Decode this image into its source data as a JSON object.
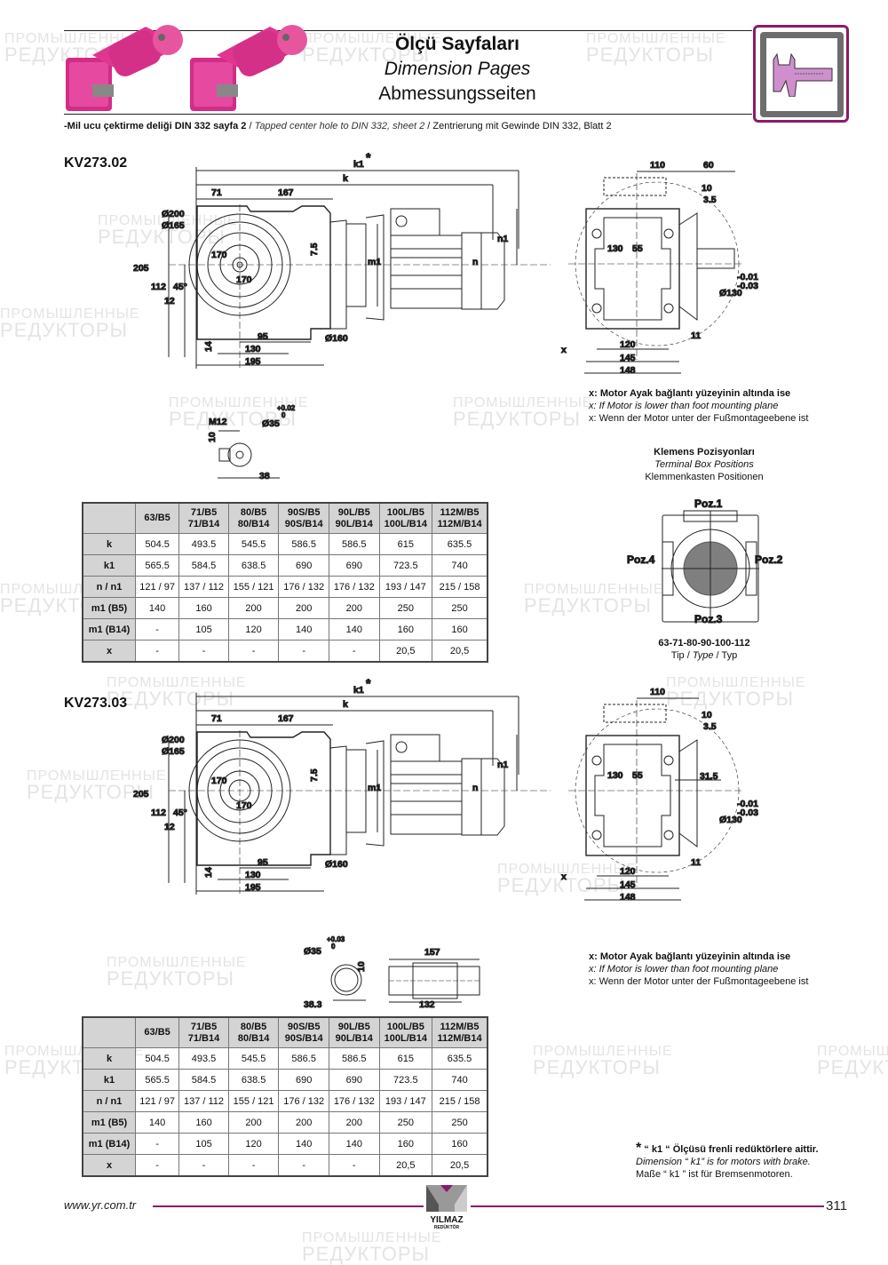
{
  "header": {
    "title_tr": "Ölçü Sayfaları",
    "title_en": "Dimension Pages",
    "title_de": "Abmessungsseiten",
    "subtitle_tr": "-Mil ucu çektirme deliği DIN 332 sayfa 2",
    "subtitle_en": "Tapped center hole to DIN 332, sheet 2",
    "subtitle_de": "Zentrierung mit Gewinde DIN 332, Blatt 2",
    "separator": "/",
    "icon": "caliper-icon",
    "accent_color": "#8b1a6b",
    "product_color": "#e0368f"
  },
  "watermark": {
    "line1": "ПРОМЫШЛЕННЫЕ",
    "line2": "РЕДУКТОРЫ"
  },
  "sections": [
    {
      "model": "KV273.02",
      "drawing_labels": {
        "k1": "k1",
        "star": "*",
        "k": "k",
        "d71": "71",
        "d167": "167",
        "o200": "Ø200",
        "o165": "Ø165",
        "d205": "205",
        "d112": "112",
        "a45": "45°",
        "d12": "12",
        "d170a": "170",
        "d170b": "170",
        "d75": "7.5",
        "m1": "m1",
        "n": "n",
        "n1": "n1",
        "d14": "14",
        "d95": "95",
        "d130": "130",
        "d195": "195",
        "o160": "Ø160",
        "side_110": "110",
        "side_60": "60",
        "side_10": "10",
        "side_35": "3.5",
        "side_130": "130",
        "side_55": "55",
        "tol1": "-0.01",
        "tol2": "-0.03",
        "o130": "Ø130",
        "side_11": "11",
        "side_x": "x",
        "side_120": "120",
        "side_145": "145",
        "side_148": "148"
      },
      "shaft": {
        "m12": "M12",
        "d10": "10",
        "o35": "Ø35",
        "tol_up": "+0.02",
        "tol_low": "0",
        "d38": "38"
      },
      "table": {
        "columns": [
          [
            "63/B5",
            ""
          ],
          [
            "71/B5",
            "71/B14"
          ],
          [
            "80/B5",
            "80/B14"
          ],
          [
            "90S/B5",
            "90S/B14"
          ],
          [
            "90L/B5",
            "90L/B14"
          ],
          [
            "100L/B5",
            "100L/B14"
          ],
          [
            "112M/B5",
            "112M/B14"
          ]
        ],
        "rows": [
          {
            "label": "k",
            "values": [
              "504.5",
              "493.5",
              "545.5",
              "586.5",
              "586.5",
              "615",
              "635.5"
            ]
          },
          {
            "label": "k1",
            "values": [
              "565.5",
              "584.5",
              "638.5",
              "690",
              "690",
              "723.5",
              "740"
            ]
          },
          {
            "label": "n / n1",
            "values": [
              "121 / 97",
              "137 / 112",
              "155 / 121",
              "176 / 132",
              "176 / 132",
              "193 / 147",
              "215 / 158"
            ]
          },
          {
            "label": "m1 (B5)",
            "values": [
              "140",
              "160",
              "200",
              "200",
              "200",
              "250",
              "250"
            ]
          },
          {
            "label": "m1 (B14)",
            "values": [
              "-",
              "105",
              "120",
              "140",
              "140",
              "160",
              "160"
            ]
          },
          {
            "label": "x",
            "values": [
              "-",
              "-",
              "-",
              "-",
              "-",
              "20,5",
              "20,5"
            ]
          }
        ]
      },
      "note": {
        "tr": "x: Motor Ayak bağlantı yüzeyinin altında ise",
        "en": "x: If Motor is lower than foot mounting plane",
        "de": "x: Wenn der Motor unter der Fußmontageebene ist"
      }
    },
    {
      "model": "KV273.03",
      "drawing_labels": {
        "k1": "k1",
        "star": "*",
        "k": "k",
        "d71": "71",
        "d167": "167",
        "o200": "Ø200",
        "o165": "Ø165",
        "d205": "205",
        "d112": "112",
        "a45": "45°",
        "d12": "12",
        "d170a": "170",
        "d170b": "170",
        "d75": "7.5",
        "m1": "m1",
        "n": "n",
        "n1": "n1",
        "d14": "14",
        "d95": "95",
        "d130": "130",
        "d195": "195",
        "o160": "Ø160",
        "side_110": "110",
        "side_10": "10",
        "side_35": "3.5",
        "side_315": "31.5",
        "side_130": "130",
        "side_55": "55",
        "tol1": "-0.01",
        "tol2": "-0.03",
        "o130": "Ø130",
        "side_11": "11",
        "side_x": "x",
        "side_120": "120",
        "side_145": "145",
        "side_148": "148"
      },
      "shaft": {
        "o35": "Ø35",
        "tol_up": "+0.03",
        "tol_low": "0",
        "d10": "10",
        "d383": "38.3",
        "d157": "157",
        "d132": "132"
      },
      "table": {
        "columns": [
          [
            "63/B5",
            ""
          ],
          [
            "71/B5",
            "71/B14"
          ],
          [
            "80/B5",
            "80/B14"
          ],
          [
            "90S/B5",
            "90S/B14"
          ],
          [
            "90L/B5",
            "90L/B14"
          ],
          [
            "100L/B5",
            "100L/B14"
          ],
          [
            "112M/B5",
            "112M/B14"
          ]
        ],
        "rows": [
          {
            "label": "k",
            "values": [
              "504.5",
              "493.5",
              "545.5",
              "586.5",
              "586.5",
              "615",
              "635.5"
            ]
          },
          {
            "label": "k1",
            "values": [
              "565.5",
              "584.5",
              "638.5",
              "690",
              "690",
              "723.5",
              "740"
            ]
          },
          {
            "label": "n / n1",
            "values": [
              "121 / 97",
              "137 / 112",
              "155 / 121",
              "176 / 132",
              "176 / 132",
              "193 / 147",
              "215 / 158"
            ]
          },
          {
            "label": "m1 (B5)",
            "values": [
              "140",
              "160",
              "200",
              "200",
              "200",
              "250",
              "250"
            ]
          },
          {
            "label": "m1 (B14)",
            "values": [
              "-",
              "105",
              "120",
              "140",
              "140",
              "160",
              "160"
            ]
          },
          {
            "label": "x",
            "values": [
              "-",
              "-",
              "-",
              "-",
              "-",
              "20,5",
              "20,5"
            ]
          }
        ]
      },
      "note": {
        "tr": "x: Motor Ayak bağlantı yüzeyinin altında ise",
        "en": "x: If Motor is lower than foot mounting plane",
        "de": "x: Wenn der Motor unter der Fußmontageebene ist"
      }
    }
  ],
  "terminal_box": {
    "title_tr": "Klemens Pozisyonları",
    "title_en": "Terminal Box Positions",
    "title_de": "Klemmenkasten Positionen",
    "poz1": "Poz.1",
    "poz2": "Poz.2",
    "poz3": "Poz.3",
    "poz4": "Poz.4",
    "types": "63-71-80-90-100-112",
    "type_tr": "Tip",
    "type_en": "Type",
    "type_de": "Typ",
    "sep": "/"
  },
  "footnote": {
    "star": "*",
    "tr": "“ k1 “ Ölçüsü frenli redüktörlere aittir.",
    "en": "Dimension “ k1” is for motors with brake.",
    "de": "Maße “ k1 ” ist für Bremsenmotoren."
  },
  "footer": {
    "url": "www.yr.com.tr",
    "brand": "YILMAZ",
    "brand_sub": "REDÜKTÖR",
    "page_number": "311"
  }
}
